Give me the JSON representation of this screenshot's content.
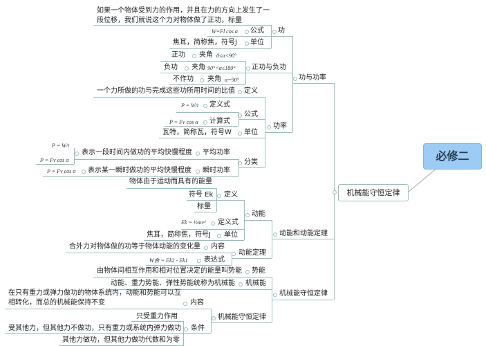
{
  "root": "必修二",
  "main": "机械能守恒定律",
  "work_and_power": {
    "label": "功与功率",
    "work": {
      "label": "功",
      "definition_1": "如果一个物体受到力的作用，并且在力的方向上发生了一",
      "definition_2": "段位移，我们就说这个力对物体做了正功，标量",
      "formula_label": "公式",
      "formula": "W=Fl cos α",
      "unit_label": "单位",
      "unit": "焦耳，简称焦，符号J"
    },
    "pos_neg": {
      "label": "正功与负功",
      "items": [
        {
          "name": "正功",
          "angle": "夹角",
          "cond": "0≤α<90°"
        },
        {
          "name": "负功",
          "angle": "夹角",
          "cond": "90°<α≤180°"
        },
        {
          "name": "不作功",
          "angle": "夹角",
          "cond": "α=90°"
        }
      ]
    },
    "power": {
      "label": "功率",
      "def_label": "定义",
      "definition": "一个力所做的功与完成这些功所用时间的比值",
      "formula_label": "公式",
      "def_formula_label": "定义式",
      "def_formula": "P = W/t",
      "calc_formula_label": "计算式",
      "calc_formula": "P = Fv cos α",
      "unit_label": "单位",
      "unit": "瓦特，简称瓦，符号W",
      "class_label": "分类",
      "avg_label": "平均功率",
      "avg_desc": "表示一段时间内做功的平均快慢程度",
      "avg_formula_1": "P = W/t",
      "avg_formula_2": "P = Fv cos α",
      "inst_label": "瞬时功率",
      "inst_desc": "表示某一瞬时做功的平均快慢程度",
      "inst_formula": "P = Fv cos α"
    }
  },
  "kinetic": {
    "label": "动能和动能定理",
    "ke": {
      "label": "动能",
      "def_label": "定义",
      "def_1": "物体由于运动而具有的能量",
      "def_2": "符号 Ek",
      "def_3": "标量",
      "formula_label": "定义式",
      "formula": "Ek = ½mv²",
      "unit_label": "单位",
      "unit": "焦耳，简称焦，符号J"
    },
    "theorem": {
      "label": "动能定理",
      "content_label": "内容",
      "content": "合外力对物体做的功等于物体动能的变化量",
      "expr_label": "表达式",
      "expr": "W合 = Ek2 - Ek1"
    }
  },
  "conservation": {
    "label": "机械能守恒定律",
    "potential_label": "势能",
    "potential": "由物体间相互作用和相对位置决定的能量叫势能",
    "mech_label": "机械能",
    "mech": "动能、重力势能、弹性势能统称为机械能",
    "law": {
      "label": "机械能守恒定律",
      "content_label": "内容",
      "content_1": "在只有重力或弹力做功的物体系统内，动能和势能可以互",
      "content_2": "相转化，而总的机械能保持不变",
      "cond_label": "条件",
      "conds": [
        "只受重力作用",
        "受其他力，但其他力不做功，只有重力或系统内弹力做功",
        "其他力做功，但其他力做功代数和为零"
      ]
    }
  },
  "colors": {
    "root_fill": "#9ccbf5",
    "line": "#9cbcbc"
  }
}
